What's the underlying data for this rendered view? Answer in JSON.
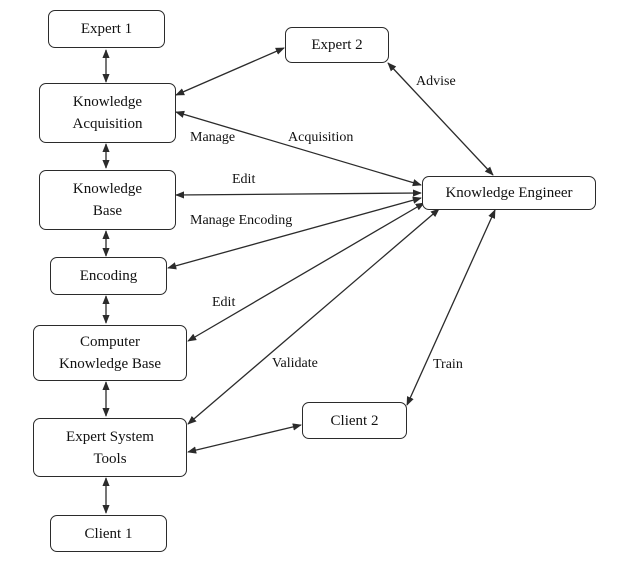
{
  "nodes": {
    "expert1": "Expert 1",
    "expert2": "Expert 2",
    "knowledge_acquisition": "Knowledge\nAcquisition",
    "knowledge_base": "Knowledge\nBase",
    "encoding": "Encoding",
    "computer_knowledge_base": "Computer\nKnowledge Base",
    "expert_system_tools": "Expert System\nTools",
    "client1": "Client 1",
    "client2": "Client 2",
    "knowledge_engineer": "Knowledge Engineer"
  },
  "edge_labels": {
    "advise": "Advise",
    "manage": "Manage",
    "acquisition": "Acquisition",
    "edit_kb": "Edit",
    "manage_encoding": "Manage Encoding",
    "edit_ckb": "Edit",
    "validate": "Validate",
    "train": "Train"
  },
  "colors": {
    "stroke": "#2b2b2b",
    "text": "#111111",
    "background": "#ffffff"
  }
}
